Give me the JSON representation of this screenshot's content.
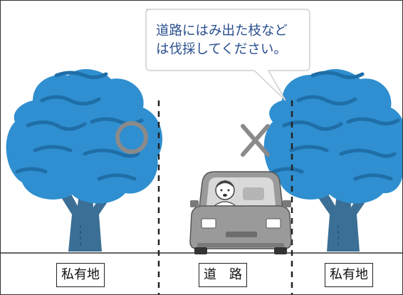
{
  "speech_bubble": {
    "line1": "道路にはみ出た枝など",
    "line2": "は伐採してください。"
  },
  "labels": {
    "left": "私有地",
    "center": "道　路",
    "right": "私有地"
  },
  "marks": {
    "left_tree": "circle-mark",
    "right_tree": "cross-mark"
  },
  "colors": {
    "foliage": "#2f8fd0",
    "trunk": "#3b6f95",
    "bubble_text": "#2a4f8f",
    "mark": "#8a8a8a",
    "car": "#9a9a9a"
  }
}
